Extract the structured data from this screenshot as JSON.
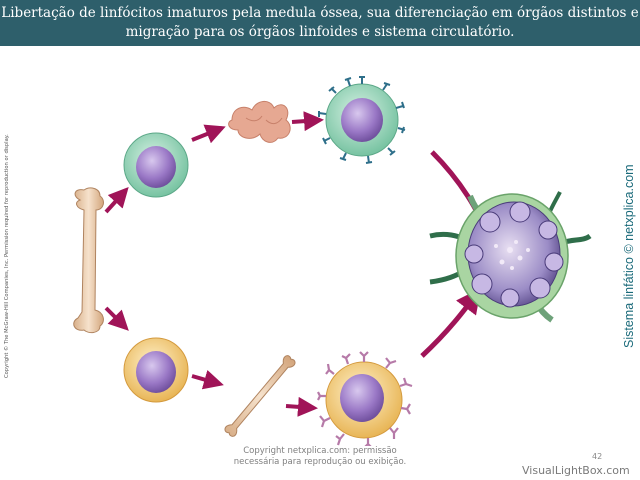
{
  "title": {
    "line1": "Libertação de linfócitos imaturos pela medula óssea, sua diferenciação em órgãos distintos e",
    "line2": "migração para os órgãos linfoides e sistema circulatório."
  },
  "side_copyright": "Copyright © The McGraw-Hill Companies, Inc. Permission required for reproduction or display.",
  "side_label": "Sistema linfático © netxplica.com",
  "bottom_copyright": {
    "line1": "Copyright netxplica.com: permissão",
    "line2": "necessária para reprodução ou exibição."
  },
  "page_number": "42",
  "watermark": "VisualLightBox.com",
  "colors": {
    "title_bg": "#2e5f6b",
    "arrow": "#a01458",
    "bone": "#e8c9a8",
    "t_precursor_ring": "#8fd0b4",
    "b_precursor_ring": "#f2c46e",
    "nucleus": "#9a78c6",
    "thymus": "#e6a892",
    "receptor_t": "#2e6f8a",
    "receptor_b": "#b67aa8",
    "lymph_node": "#8a7cb8"
  }
}
